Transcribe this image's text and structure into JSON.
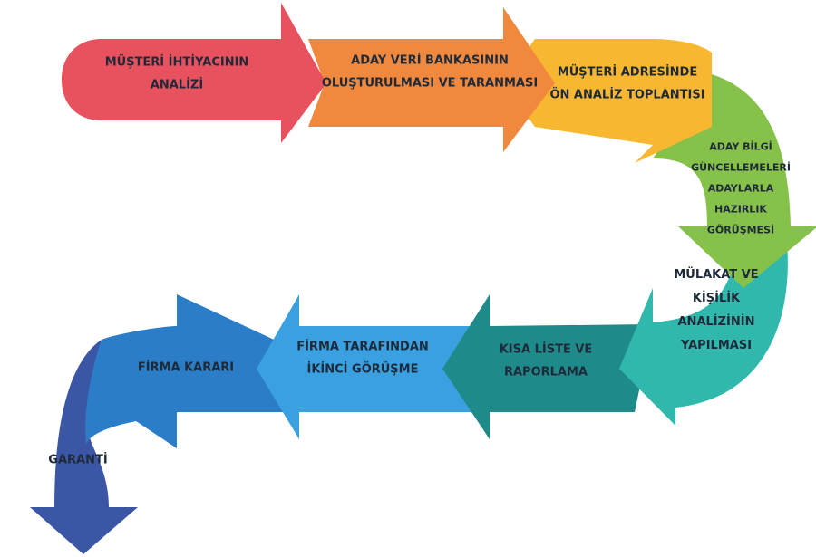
{
  "steps": [
    {
      "line1": "MÜŞTERİ İHTİYACININ",
      "line2": "ANALİZİ",
      "color": "#e8525f"
    },
    {
      "line1": "ADAY VERİ BANKASININ",
      "line2": "OLUŞTURULMASI VE TARANMASI",
      "color": "#f0893e"
    },
    {
      "line1": "MÜŞTERİ ADRESİNDE",
      "line2": "ÖN ANALİZ TOPLANTISI",
      "color": "#f7b731"
    },
    {
      "lines": [
        "ADAY BİLGİ",
        "GÜNCELLEMELERİ",
        "ADAYLARLA",
        "HAZIRLIK",
        "GÖRÜŞMESİ"
      ],
      "color": "#86c149"
    },
    {
      "lines": [
        "MÜLAKAT VE",
        "KİŞİLİK",
        "ANALİZİNİN",
        "YAPILMASI"
      ],
      "color": "#30b8ac"
    },
    {
      "line1": "KISA LİSTE VE",
      "line2": "RAPORLAMA",
      "color": "#1f8a8a"
    },
    {
      "line1": "FİRMA TARAFINDAN",
      "line2": "İKİNCİ GÖRÜŞME",
      "color": "#3aa0e0"
    },
    {
      "line1": "FİRMA KARARI",
      "color": "#2a7dc6"
    },
    {
      "line1": "GARANTİ",
      "color": "#3c56a6"
    }
  ]
}
